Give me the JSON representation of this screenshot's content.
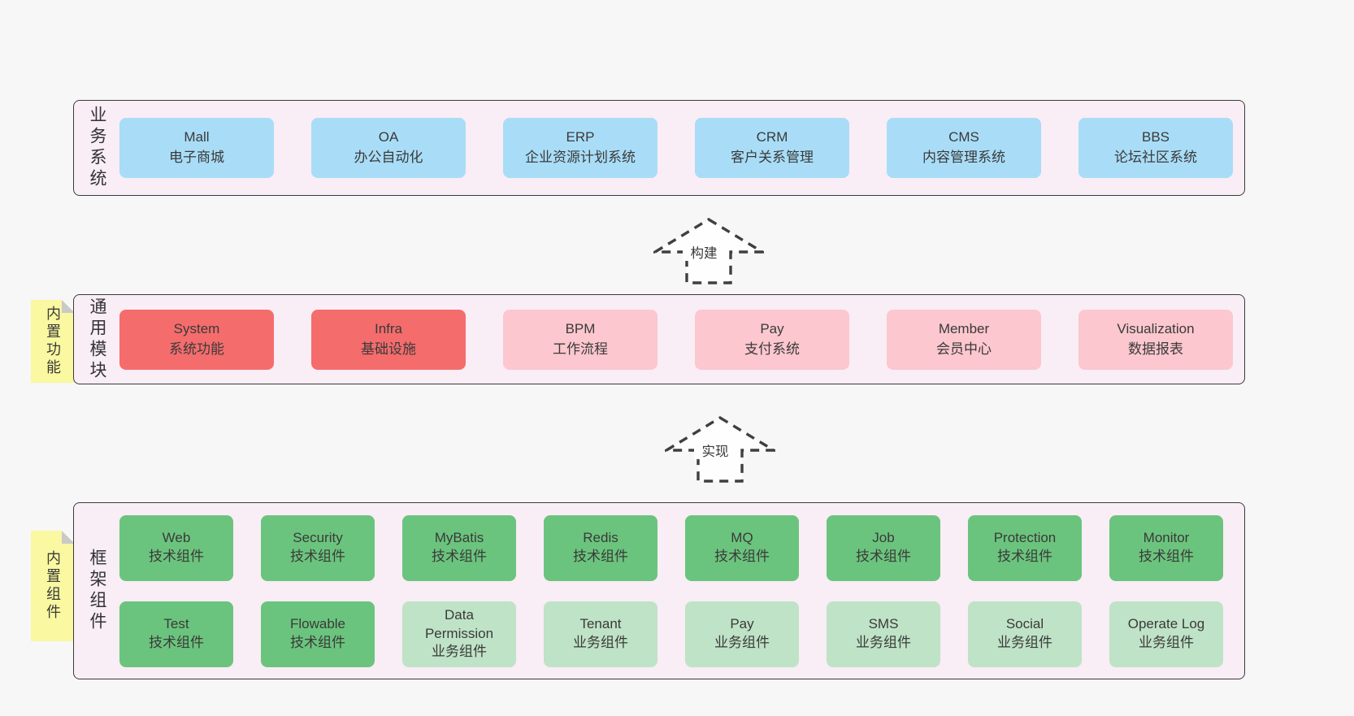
{
  "colors": {
    "page_bg": "#f7f7f7",
    "panel_bg": "#f9edf6",
    "panel_border": "#3a3a3a",
    "blue": "#a9ddf7",
    "red": "#f56c6c",
    "pink": "#fcc7ce",
    "green": "#6bc47d",
    "light_green": "#bfe3c6",
    "yellow_tag": "#faf8a0",
    "fold_gray": "#c9c9c9",
    "text": "#3a3a3a"
  },
  "arrows": [
    {
      "label": "构建"
    },
    {
      "label": "实现"
    }
  ],
  "sections": [
    {
      "id": "business",
      "label": "业务系统",
      "tag": null,
      "rows": [
        [
          {
            "title": "Mall",
            "subtitle": "电子商城",
            "color": "blue"
          },
          {
            "title": "OA",
            "subtitle": "办公自动化",
            "color": "blue"
          },
          {
            "title": "ERP",
            "subtitle": "企业资源计划系统",
            "color": "blue"
          },
          {
            "title": "CRM",
            "subtitle": "客户关系管理",
            "color": "blue"
          },
          {
            "title": "CMS",
            "subtitle": "内容管理系统",
            "color": "blue"
          },
          {
            "title": "BBS",
            "subtitle": "论坛社区系统",
            "color": "blue"
          }
        ]
      ]
    },
    {
      "id": "modules",
      "label": "通用模块",
      "tag": "内置功能",
      "rows": [
        [
          {
            "title": "System",
            "subtitle": "系统功能",
            "color": "red"
          },
          {
            "title": "Infra",
            "subtitle": "基础设施",
            "color": "red"
          },
          {
            "title": "BPM",
            "subtitle": "工作流程",
            "color": "pink"
          },
          {
            "title": "Pay",
            "subtitle": "支付系统",
            "color": "pink"
          },
          {
            "title": "Member",
            "subtitle": "会员中心",
            "color": "pink"
          },
          {
            "title": "Visualization",
            "subtitle": "数据报表",
            "color": "pink"
          }
        ]
      ]
    },
    {
      "id": "components",
      "label": "框架组件",
      "tag": "内置组件",
      "rows": [
        [
          {
            "title": "Web",
            "subtitle": "技术组件",
            "color": "green"
          },
          {
            "title": "Security",
            "subtitle": "技术组件",
            "color": "green"
          },
          {
            "title": "MyBatis",
            "subtitle": "技术组件",
            "color": "green"
          },
          {
            "title": "Redis",
            "subtitle": "技术组件",
            "color": "green"
          },
          {
            "title": "MQ",
            "subtitle": "技术组件",
            "color": "green"
          },
          {
            "title": "Job",
            "subtitle": "技术组件",
            "color": "green"
          },
          {
            "title": "Protection",
            "subtitle": "技术组件",
            "color": "green"
          },
          {
            "title": "Monitor",
            "subtitle": "技术组件",
            "color": "green"
          }
        ],
        [
          {
            "title": "Test",
            "subtitle": "技术组件",
            "color": "green"
          },
          {
            "title": "Flowable",
            "subtitle": "技术组件",
            "color": "green"
          },
          {
            "title": "Data Permission",
            "subtitle": "业务组件",
            "color": "light_green"
          },
          {
            "title": "Tenant",
            "subtitle": "业务组件",
            "color": "light_green"
          },
          {
            "title": "Pay",
            "subtitle": "业务组件",
            "color": "light_green"
          },
          {
            "title": "SMS",
            "subtitle": "业务组件",
            "color": "light_green"
          },
          {
            "title": "Social",
            "subtitle": "业务组件",
            "color": "light_green"
          },
          {
            "title": "Operate Log",
            "subtitle": "业务组件",
            "color": "light_green"
          }
        ]
      ]
    }
  ]
}
